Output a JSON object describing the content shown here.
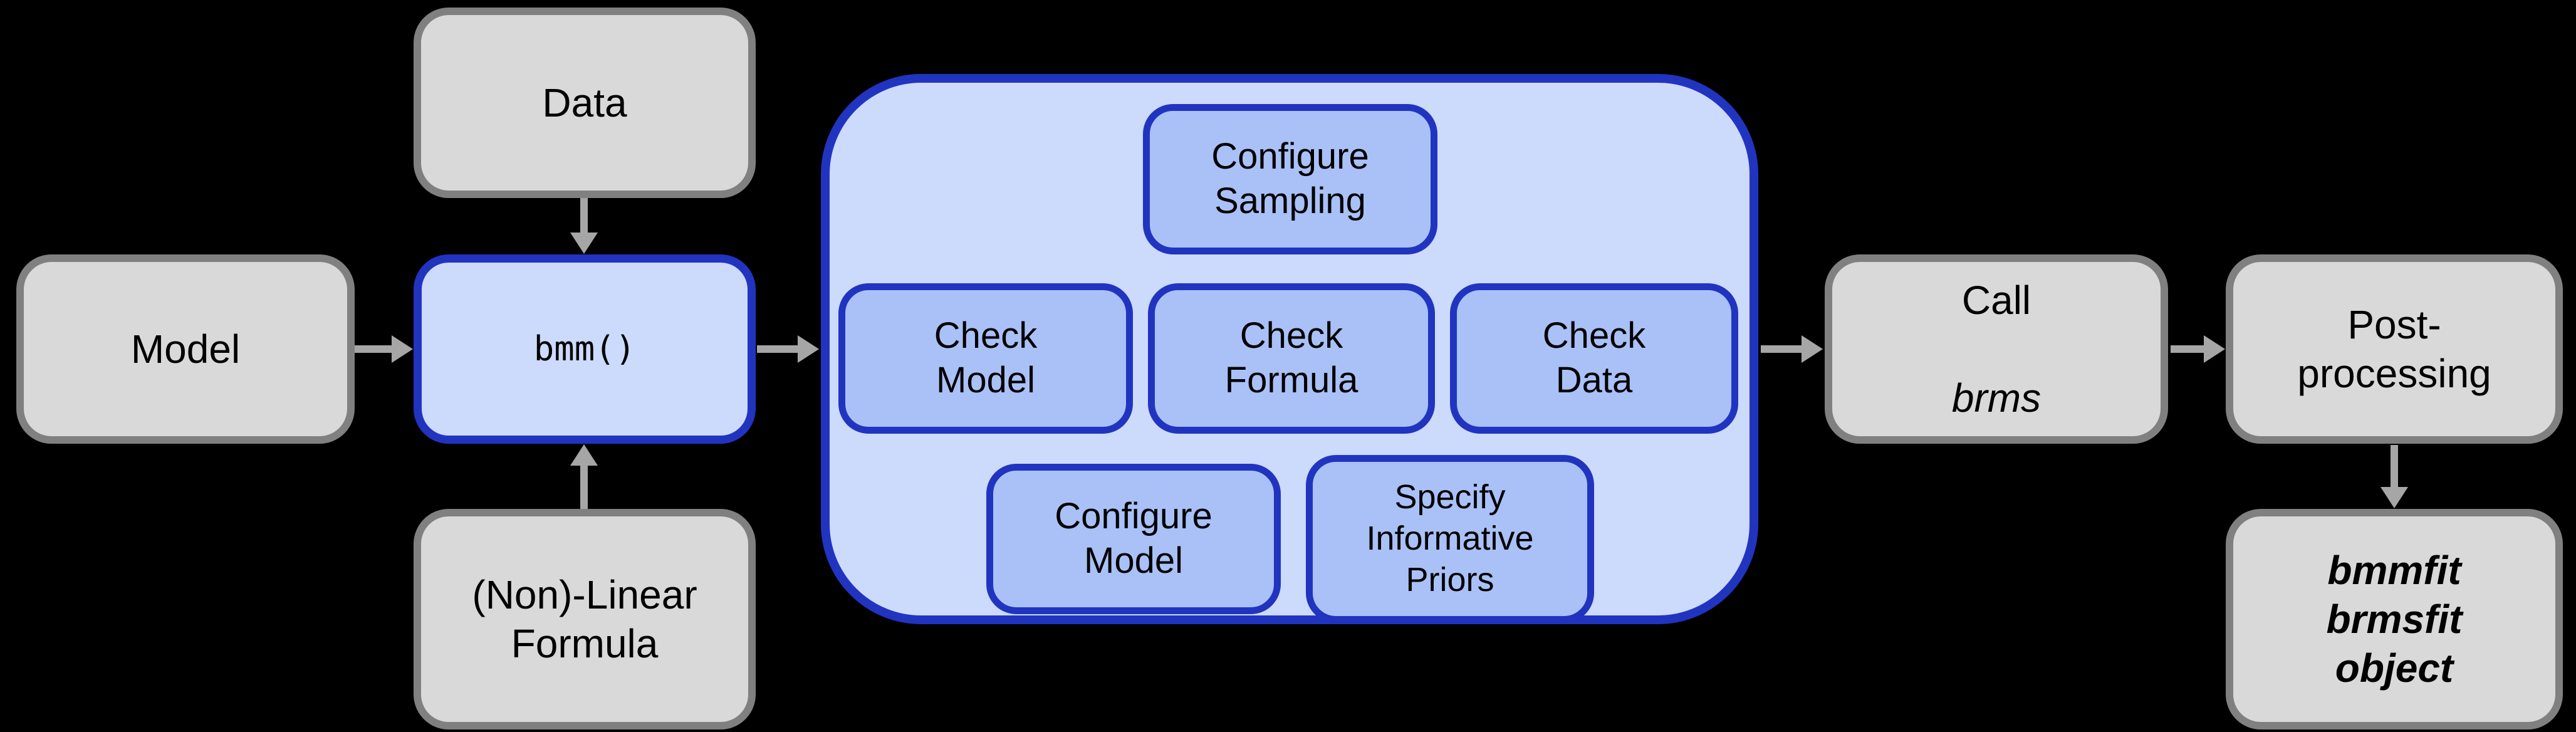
{
  "theme": {
    "bg": "#000000",
    "gray-fill": "#d9d9d9",
    "gray-border": "#808080",
    "blue-light-fill": "#ccdafb",
    "blue-medium-fill": "#a9c1f7",
    "blue-border": "#2134c0",
    "arrow-color": "#a6a6a6",
    "text-color": "#000000"
  },
  "nodes": {
    "model": {
      "label": "Model"
    },
    "data": {
      "label": "Data"
    },
    "formula": {
      "label": "(Non)-Linear\nFormula"
    },
    "bmm": {
      "label": "bmm()"
    },
    "configure_sampling": {
      "label": "Configure\nSampling"
    },
    "check_model": {
      "label": "Check\nModel"
    },
    "check_formula": {
      "label": "Check\nFormula"
    },
    "check_data": {
      "label": "Check\nData"
    },
    "configure_model": {
      "label": "Configure\nModel"
    },
    "specify_priors": {
      "label": "Specify\nInformative\nPriors"
    },
    "call_brms": {
      "line1": "Call",
      "line2": "brms"
    },
    "post_processing": {
      "label": "Post-\nprocessing"
    },
    "bmmfit": {
      "label": "bmmfit\nbrmsfit\nobject"
    }
  }
}
